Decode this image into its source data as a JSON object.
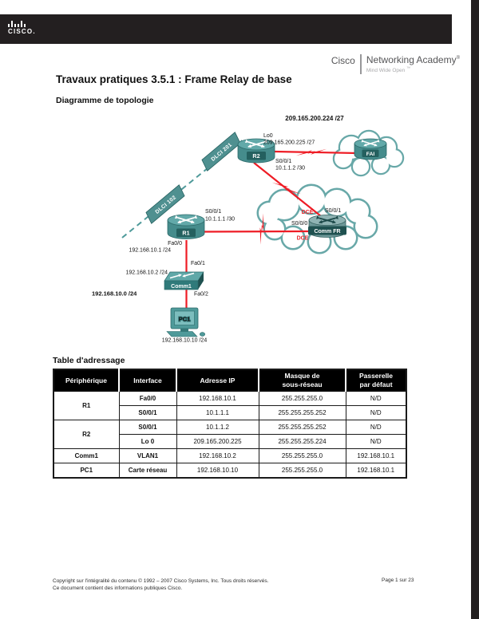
{
  "page": {
    "logo": {
      "text": "CISCO."
    },
    "brand": {
      "left": "Cisco",
      "right": "Networking Academy",
      "mark": "®",
      "tagline": "Mind Wide Open",
      "tagline_mark": "™"
    },
    "title": "Travaux pratiques 3.5.1 : Frame Relay de base",
    "topology_heading": "Diagramme de topologie",
    "footer": {
      "line1": "Copyright sur l'intégralité du contenu © 1992 – 2007 Cisco Systems, Inc. Tous droits réservés.",
      "line2": "Ce document contient des informations publiques Cisco.",
      "page_number": "Page 1 sur 23"
    }
  },
  "diagram": {
    "wan_network": "209.165.200.224 /27",
    "lan_network": "192.168.10.0 /24",
    "dlci_201": "DLCI 201",
    "dlci_102": "DLCI 102",
    "r2": {
      "name": "R2",
      "lo_int": "Lo0",
      "lo_ip": "209.165.200.225 /27",
      "serial_int": "S0/0/1",
      "serial_ip": "10.1.1.2 /30"
    },
    "r1": {
      "name": "R1",
      "serial_int": "S0/0/1",
      "serial_ip": "10.1.1.1 /30",
      "lan_int": "Fa0/0",
      "lan_ip": "192.168.10.1 /24"
    },
    "fai": {
      "name": "FAI"
    },
    "comm_fr": {
      "name": "Comm FR",
      "dce_top": "DCE",
      "port_to_r2": "S0/0/1",
      "port_to_r1": "S0/0/0",
      "dce_bottom": "DCE"
    },
    "comm1": {
      "name": "Comm1",
      "uplink_int": "Fa0/1",
      "ip": "192.168.10.2 /24",
      "downlink_int": "Fa0/2"
    },
    "pc1": {
      "name": "PC1",
      "ip": "192.168.10.10 /24"
    }
  },
  "table": {
    "heading": "Table d'adressage",
    "headers": {
      "device": "Périphérique",
      "interface": "Interface",
      "ip": "Adresse IP",
      "mask_l1": "Masque de",
      "mask_l2": "sous-réseau",
      "gw_l1": "Passerelle",
      "gw_l2": "par défaut"
    },
    "rows": [
      {
        "device": "R1",
        "interface": "Fa0/0",
        "ip": "192.168.10.1",
        "mask": "255.255.255.0",
        "gateway": "N/D"
      },
      {
        "device": "",
        "interface": "S0/0/1",
        "ip": "10.1.1.1",
        "mask": "255.255.255.252",
        "gateway": "N/D"
      },
      {
        "device": "R2",
        "interface": "S0/0/1",
        "ip": "10.1.1.2",
        "mask": "255.255.255.252",
        "gateway": "N/D"
      },
      {
        "device": "",
        "interface": "Lo 0",
        "ip": "209.165.200.225",
        "mask": "255.255.255.224",
        "gateway": "N/D"
      },
      {
        "device": "Comm1",
        "interface": "VLAN1",
        "ip": "192.168.10.2",
        "mask": "255.255.255.0",
        "gateway": "192.168.10.1"
      },
      {
        "device": "PC1",
        "interface": "Carte réseau",
        "ip": "192.168.10.10",
        "mask": "255.255.255.0",
        "gateway": "192.168.10.1"
      }
    ]
  },
  "palette": {
    "device_teal": "#4f9a9a",
    "link_red": "#ee1c25",
    "bar_black": "#231f20",
    "header_gray": "#555557"
  }
}
